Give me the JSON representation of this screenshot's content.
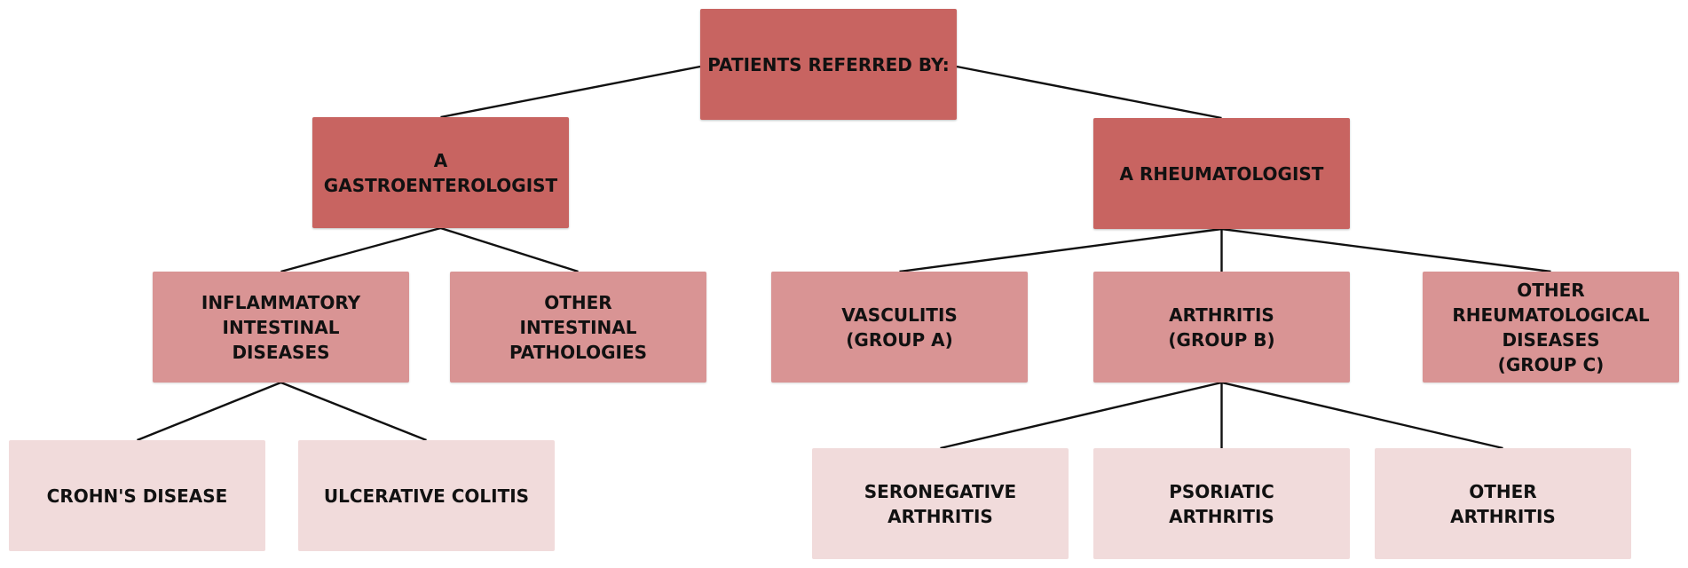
{
  "diagram": {
    "colors": {
      "level1": "#c86461",
      "level2": "#d99494",
      "level3": "#f1dbdb",
      "edge": "#111111"
    },
    "nodes": {
      "root": "PATIENTS REFERRED BY:",
      "gastro": "A GASTROENTEROLOGIST",
      "rheum": "A RHEUMATOLOGIST",
      "inflammatory": "INFLAMMATORY\nINTESTINAL\nDISEASES",
      "other_intestinal": "OTHER\nINTESTINAL\nPATHOLOGIES",
      "vasculitis": "VASCULITIS\n(GROUP A)",
      "arthritis": "ARTHRITIS\n(GROUP B)",
      "other_rheum": "OTHER\nRHEUMATOLOGICAL\nDISEASES\n(GROUP C)",
      "crohns": "CROHN'S DISEASE",
      "ulcerative": "ULCERATIVE COLITIS",
      "seronegative": "SERONEGATIVE\nARTHRITIS",
      "psoriatic": "PSORIATIC\nARTHRITIS",
      "other_arthritis": "OTHER\nARTHRITIS"
    },
    "edges": [
      [
        "root",
        "gastro"
      ],
      [
        "root",
        "rheum"
      ],
      [
        "gastro",
        "inflammatory"
      ],
      [
        "gastro",
        "other_intestinal"
      ],
      [
        "rheum",
        "vasculitis"
      ],
      [
        "rheum",
        "arthritis"
      ],
      [
        "rheum",
        "other_rheum"
      ],
      [
        "inflammatory",
        "crohns"
      ],
      [
        "inflammatory",
        "ulcerative"
      ],
      [
        "arthritis",
        "seronegative"
      ],
      [
        "arthritis",
        "psoriatic"
      ],
      [
        "arthritis",
        "other_arthritis"
      ]
    ]
  }
}
